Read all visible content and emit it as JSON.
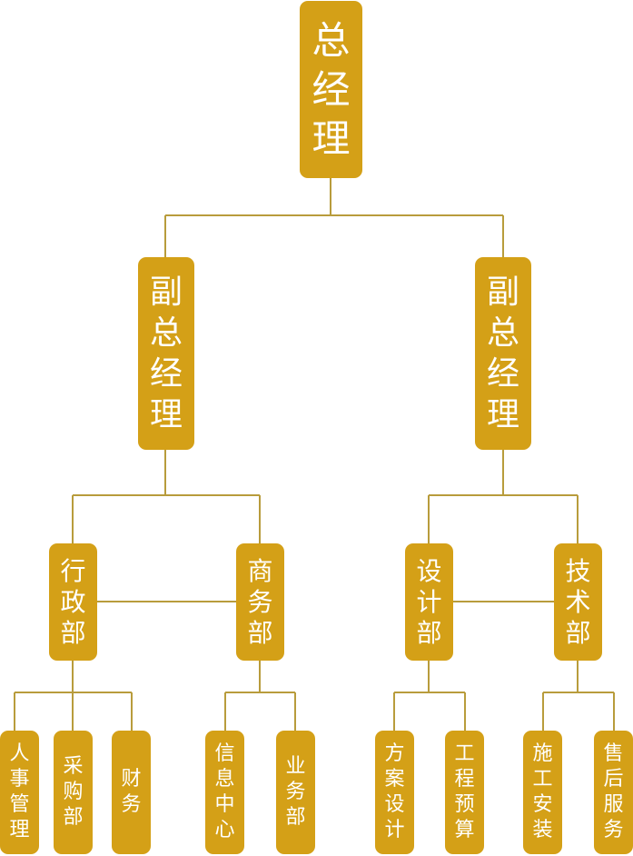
{
  "colors": {
    "box": "#d4a017",
    "text": "#ffffff",
    "line": "#b89c3c"
  },
  "root": {
    "label": "总经理"
  },
  "vps": [
    {
      "label": "副总经理"
    },
    {
      "label": "副总经理"
    }
  ],
  "departments": [
    {
      "label": "行政部"
    },
    {
      "label": "商务部"
    },
    {
      "label": "设计部"
    },
    {
      "label": "技术部"
    }
  ],
  "teams": [
    {
      "label": "人事管理"
    },
    {
      "label": "采购部"
    },
    {
      "label": "财务"
    },
    {
      "label": "信息中心"
    },
    {
      "label": "业务部"
    },
    {
      "label": "方案设计"
    },
    {
      "label": "工程预算"
    },
    {
      "label": "施工安装"
    },
    {
      "label": "售后服务"
    }
  ]
}
